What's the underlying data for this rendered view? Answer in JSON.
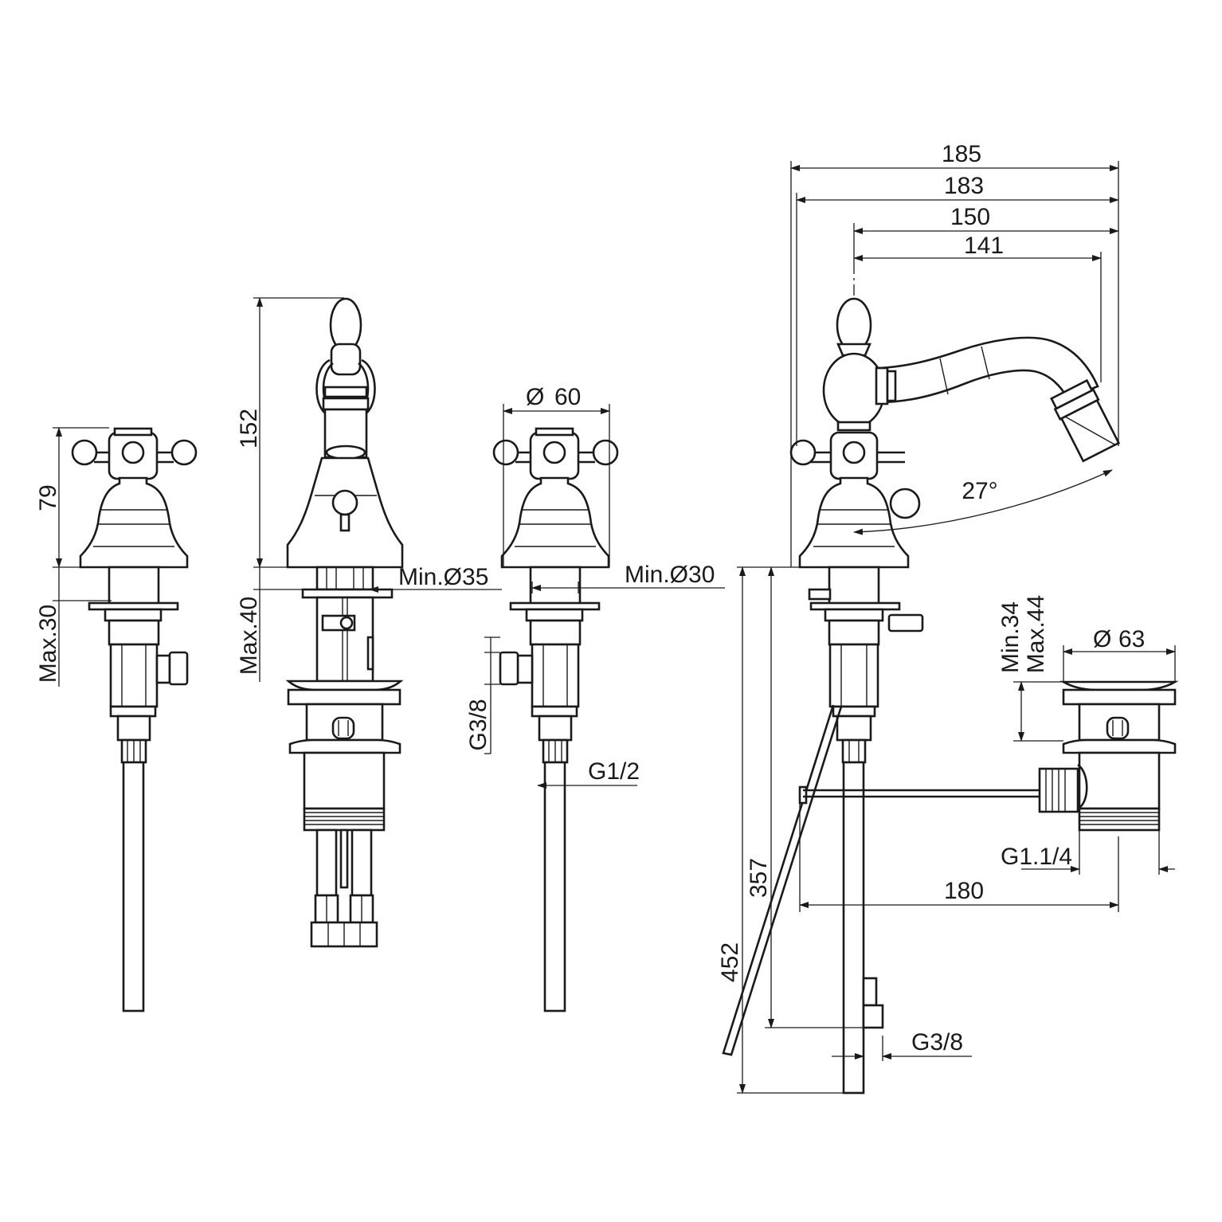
{
  "dimensions": {
    "left_handle_height": "79",
    "left_max_thickness": "Max.30",
    "spout_height": "152",
    "spout_max_thickness": "Max.40",
    "spout_min_hole": "Min.Ø35",
    "handle_diameter": "60",
    "handle_min_hole": "Min.Ø30",
    "handle_inlet_thread": "G3/8",
    "handle_hose_thread": "G1/2",
    "overall_width_185": "185",
    "overall_width_183": "183",
    "spout_reach_150": "150",
    "spout_reach_141": "141",
    "spray_angle": "27°",
    "waste_min": "Min.34",
    "waste_max": "Max.44",
    "waste_diameter": "63",
    "waste_thread": "G1.1/4",
    "hose_length_357": "357",
    "hose_length_452": "452",
    "rod_length": "180",
    "supply_thread": "G3/8"
  },
  "symbols": {
    "diameter": "Ø"
  }
}
